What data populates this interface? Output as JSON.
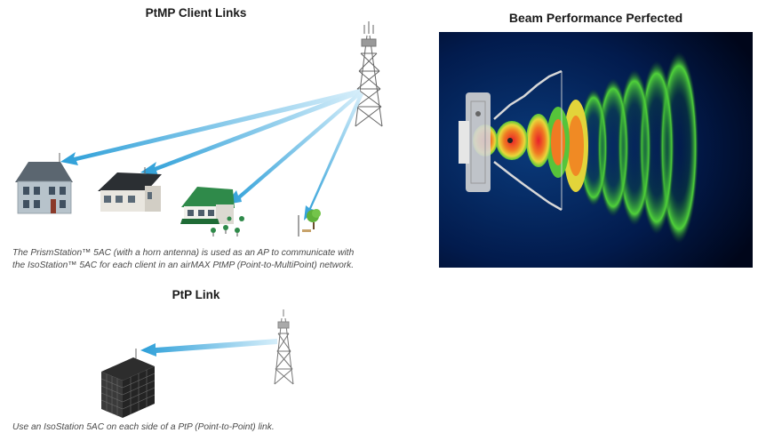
{
  "ptmp": {
    "title": "PtMP Client Links",
    "caption_line1": "The PrismStation™ 5AC (with a horn antenna) is used as an AP to communicate with",
    "caption_line2": "the IsoStation™ 5AC for each client in an airMAX PtMP (Point-to-MultiPoint) network."
  },
  "beam": {
    "title": "Beam Performance Perfected"
  },
  "ptp": {
    "title": "PtP Link",
    "caption": "Use an IsoStation 5AC on each side of a PtP (Point-to-Point) link."
  },
  "colors": {
    "beam_blue": "#2d9fd8",
    "beam_background": "#00123a",
    "heat_green": "#3fbf3a",
    "heat_red": "#e8202a"
  }
}
